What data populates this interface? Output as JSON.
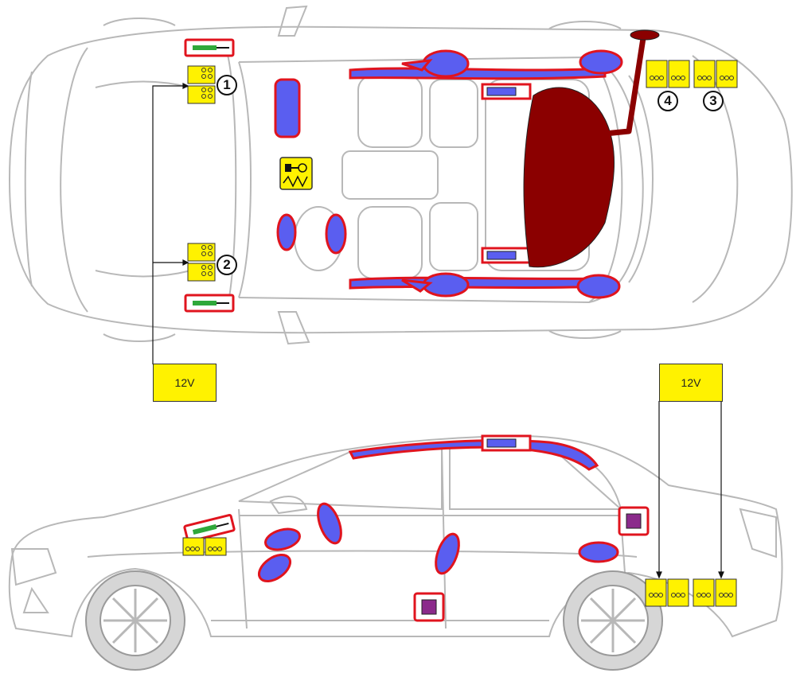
{
  "labels": {
    "voltage_left": "12V",
    "voltage_right": "12V"
  },
  "callouts": [
    "1",
    "2",
    "3",
    "4"
  ],
  "colors": {
    "car_outline": "#b8b8b8",
    "airbag_fill": "#5a5ef0",
    "airbag_border": "#e0141e",
    "battery_yellow": "#fff200",
    "exhaust_red": "#8b0000",
    "connector_purple": "#8b2a8b",
    "green_sensor": "#2fa83a"
  },
  "icons": [
    "steering-airbag-icon",
    "battery-module-icon",
    "pyrotechnic-igniter-icon",
    "gas-generator-icon"
  ]
}
